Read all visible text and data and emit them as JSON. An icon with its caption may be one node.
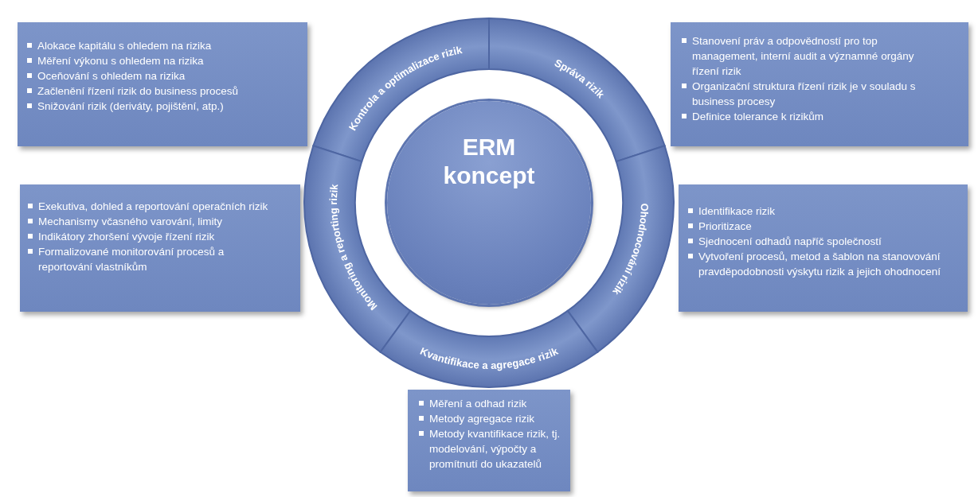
{
  "diagram": {
    "nodes": [
      {
        "text": [
          "Alokace kapitálu s ohledem na rizika",
          "Měření výkonu s ohledem na rizika",
          "Oceňování s ohledem na rizika",
          "Začlenění řízení rizik do business procesů",
          "Snižování rizik (deriváty, pojištění, atp.)"
        ]
      },
      {
        "text": [
          "Kontrola a optimalizace rizik"
        ]
      },
      {
        "text": [
          "Správa rizik"
        ]
      },
      {
        "text": [
          "Stanovení práv a odpovědností pro top management, interní audit a významné orgány řízení rizik",
          "Organizační struktura řízení rizik je v souladu s business procesy",
          "Definice tolerance k rizikům"
        ]
      },
      {
        "text": [
          "ERM koncept"
        ]
      },
      {
        "text": [
          "Exekutiva, dohled a reportování operačních rizik",
          "Mechanismy včasného varování, limity",
          "Indikátory zhoršení vývoje řízení rizik",
          "Formalizované monitorování procesů a reportování vlastníkům"
        ]
      },
      {
        "text": [
          "Monitoring a reporting rizik"
        ]
      },
      {
        "text": [
          "Ohodnocování rizik"
        ]
      },
      {
        "text": [
          "Identifikace rizik",
          "Prioritizace",
          "Sjednocení odhadů napříč společností",
          "Vytvoření procesů, metod a šablon na stanovování pravděpodobnosti výskytu rizik a jejich ohodnocení"
        ]
      },
      {
        "text": [
          "Kvantifikace a agregace rizik"
        ]
      },
      {
        "text": [
          "Měření a odhad rizik",
          "Metody agregace rizik",
          "Metody kvantifikace rizik, tj. modelování, výpočty a promítnutí do ukazatelů"
        ]
      }
    ],
    "edges": []
  }
}
